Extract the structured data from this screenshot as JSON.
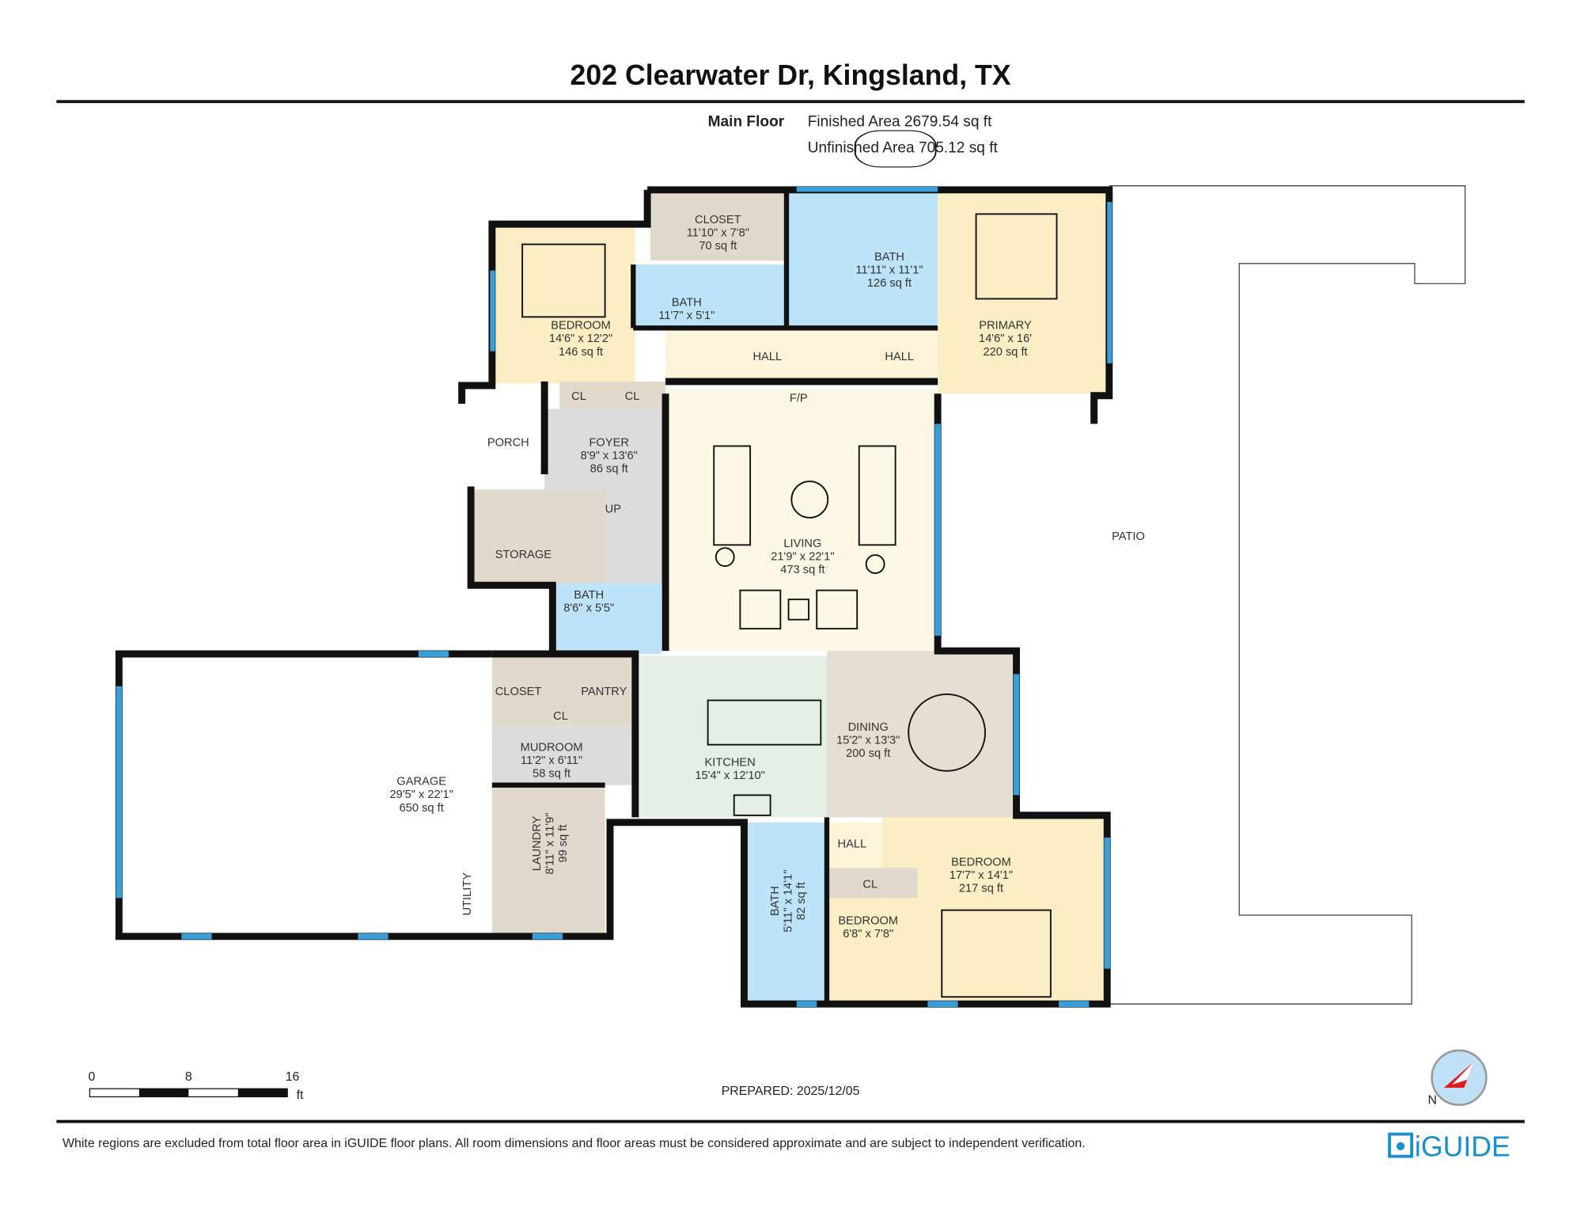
{
  "title": "202 Clearwater Dr, Kingsland, TX",
  "floor": {
    "name": "Main Floor",
    "finished_area": "Finished Area 2679.54 sq ft",
    "unfinished_area": "Unfinished Area 705.12 sq ft"
  },
  "rooms": [
    {
      "name": "CLOSET",
      "dims": "11'10\" x 7'8\"",
      "area": "70 sq ft"
    },
    {
      "name": "BEDROOM",
      "dims": "14'6\" x 12'2\"",
      "area": "146 sq ft"
    },
    {
      "name": "BATH",
      "dims": "11'7\" x 5'1\"",
      "area": ""
    },
    {
      "name": "BATH",
      "dims": "11'11\" x 11'1\"",
      "area": "126 sq ft"
    },
    {
      "name": "PRIMARY",
      "dims": "14'6\" x 16'",
      "area": "220 sq ft"
    },
    {
      "name": "HALL",
      "dims": "",
      "area": ""
    },
    {
      "name": "HALL",
      "dims": "",
      "area": ""
    },
    {
      "name": "CL",
      "dims": "",
      "area": ""
    },
    {
      "name": "CL",
      "dims": "",
      "area": ""
    },
    {
      "name": "F/P",
      "dims": "",
      "area": ""
    },
    {
      "name": "PORCH",
      "dims": "",
      "area": ""
    },
    {
      "name": "FOYER",
      "dims": "8'9\" x 13'6\"",
      "area": "86 sq ft"
    },
    {
      "name": "UP",
      "dims": "",
      "area": ""
    },
    {
      "name": "LIVING",
      "dims": "21'9\" x 22'1\"",
      "area": "473 sq ft"
    },
    {
      "name": "STORAGE",
      "dims": "",
      "area": ""
    },
    {
      "name": "BATH",
      "dims": "8'6\" x 5'5\"",
      "area": ""
    },
    {
      "name": "PATIO",
      "dims": "",
      "area": ""
    },
    {
      "name": "CLOSET",
      "dims": "",
      "area": ""
    },
    {
      "name": "PANTRY",
      "dims": "",
      "area": ""
    },
    {
      "name": "CL",
      "dims": "",
      "area": ""
    },
    {
      "name": "MUDROOM",
      "dims": "11'2\" x 6'11\"",
      "area": "58 sq ft"
    },
    {
      "name": "KITCHEN",
      "dims": "15'4\" x 12'10\"",
      "area": ""
    },
    {
      "name": "DINING",
      "dims": "15'2\" x 13'3\"",
      "area": "200 sq ft"
    },
    {
      "name": "GARAGE",
      "dims": "29'5\" x 22'1\"",
      "area": "650 sq ft"
    },
    {
      "name": "LAUNDRY",
      "dims": "8'11\" x 11'9\"",
      "area": "99 sq ft"
    },
    {
      "name": "UTILITY",
      "dims": "",
      "area": ""
    },
    {
      "name": "HALL",
      "dims": "",
      "area": ""
    },
    {
      "name": "BEDROOM",
      "dims": "17'7\" x 14'1\"",
      "area": "217 sq ft"
    },
    {
      "name": "CL",
      "dims": "",
      "area": ""
    },
    {
      "name": "BEDROOM",
      "dims": "6'8\" x 7'8\"",
      "area": ""
    },
    {
      "name": "BATH",
      "dims": "5'11\" x 14'1\"",
      "area": "82 sq ft"
    }
  ],
  "scale_bar": {
    "ticks": [
      "0",
      "8",
      "16"
    ],
    "unit": "ft"
  },
  "prepared": "PREPARED: 2025/12/05",
  "compass": {
    "icon": "compass-north-icon",
    "label": "N"
  },
  "disclaimer": "White regions are excluded from total floor area in iGUIDE floor plans. All room dimensions and floor areas must be considered approximate and are subject to independent verification.",
  "brand": {
    "name": "iGUIDE",
    "color": "#1a8fd0"
  },
  "colors": {
    "bedroom": "#fbeec5",
    "bath": "#bde3f8",
    "closet": "#e2d9cd",
    "living": "#fdf8e6",
    "hall": "#fdf3d8",
    "foyer": "#dcdcdc",
    "kitchen": "#e4efe6",
    "dining": "#e6ded3",
    "window": "#3a9fd8"
  }
}
